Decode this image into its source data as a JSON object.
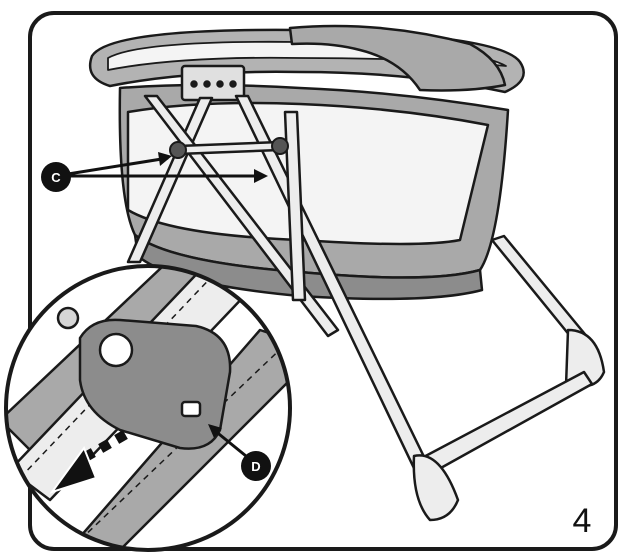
{
  "step_number": "4",
  "callouts": {
    "c": "C",
    "d": "D"
  },
  "colors": {
    "outline": "#1a1a1a",
    "fabric": "#a9a9a9",
    "fabric_dark": "#8c8c8c",
    "mesh": "#f4f4f4",
    "frame": "#ededed",
    "callout_fill": "#111111",
    "background": "#ffffff"
  },
  "icons": [
    "callout-c-badge",
    "callout-d-badge",
    "arrow-icon",
    "release-direction-arrow-icon",
    "step-number"
  ]
}
